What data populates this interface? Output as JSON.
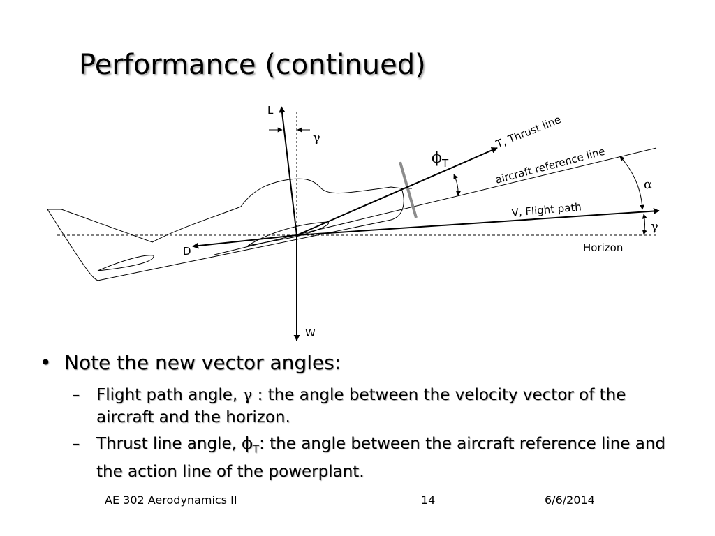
{
  "slide": {
    "title": "Performance (continued)"
  },
  "diagram": {
    "label_L": "L",
    "label_W": "W",
    "label_D": "D",
    "label_gamma_top": "γ",
    "label_thrust": "T, Thrust line",
    "label_phi": "ϕ",
    "label_phi_sub": "T",
    "label_ref": "aircraft reference line",
    "label_alpha": "α",
    "label_velocity": "V, Flight path",
    "label_gamma_right": "γ",
    "label_horizon": "Horizon"
  },
  "bullets": {
    "main": "Note the new vector angles:",
    "sub1_pre": "Flight path angle, ",
    "sub1_sym": "γ",
    "sub1_post": " : the angle between the velocity vector of the aircraft and the horizon.",
    "sub2_pre": "Thrust line angle, ",
    "sub2_sym": "ϕ",
    "sub2_sub": "T",
    "sub2_post": ": the angle between the aircraft reference line and the action line of the powerplant."
  },
  "footer": {
    "course": "AE 302 Aerodynamics II",
    "page": "14",
    "date": "6/6/2014"
  }
}
